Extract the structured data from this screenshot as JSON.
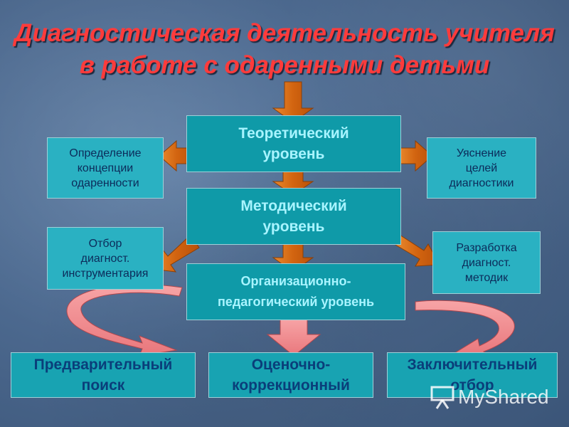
{
  "title": {
    "line1": "Диагностическая деятельность учителя",
    "line2": "в работе с одаренными детьми"
  },
  "levels": {
    "theoretical": [
      "Теоретический",
      "уровень"
    ],
    "methodical": [
      "Методический",
      "уровень"
    ],
    "organizational": [
      "Организационно-",
      "педагогический уровень"
    ]
  },
  "side_boxes": {
    "concept": [
      "Определение",
      "концепции",
      "одаренности"
    ],
    "goals": [
      "Уяснение",
      "целей",
      "диагностики"
    ],
    "tools": [
      "Отбор",
      "диагност.",
      "инструментария"
    ],
    "methods": [
      "Разработка",
      "диагност.",
      "методик"
    ]
  },
  "stages": {
    "preliminary": [
      "Предварительный",
      "поиск"
    ],
    "correction": [
      "Оценочно-",
      "коррекционный"
    ],
    "final": [
      "Заключительный",
      "отбор"
    ]
  },
  "watermark": "MyShared",
  "colors": {
    "title": "#ff3b3b",
    "arrow_orange": "#d96b10",
    "arrow_pink": "#f28a8e",
    "box_teal": "#0f9aa8"
  }
}
